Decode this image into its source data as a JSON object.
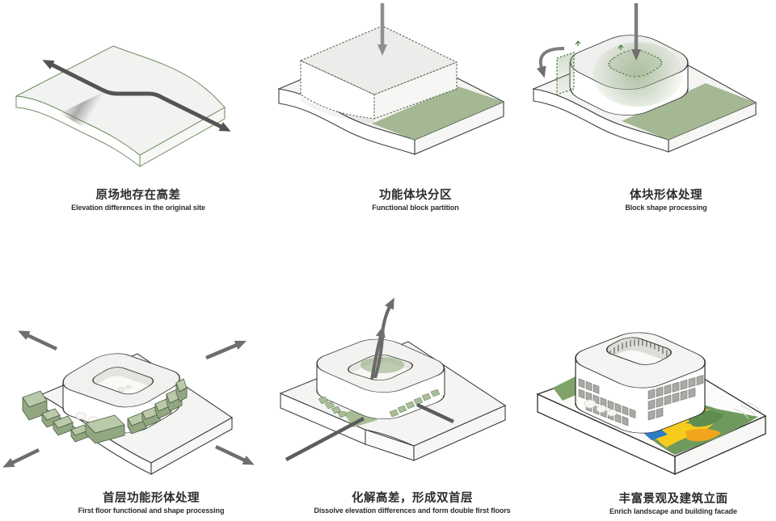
{
  "page": {
    "background": "#ffffff",
    "kind": "architecture concept diagram, 6 steps"
  },
  "steps": [
    {
      "zh": "原场地存在高差",
      "en": "Elevation differences in the original site"
    },
    {
      "zh": "功能体块分区",
      "en": "Functional block partition"
    },
    {
      "zh": "体块形体处理",
      "en": "Block shape processing"
    },
    {
      "zh": "首层功能形体处理",
      "en": "First floor functional and shape processing"
    },
    {
      "zh": "化解高差，形成双首层",
      "en": "Dissolve elevation differences and form double first floors"
    },
    {
      "zh": "丰富景观及建筑立面",
      "en": "Enrich landscape and building facade"
    }
  ],
  "colors": {
    "site_green": "#a3b893",
    "outline_dark": "#3d3d3b",
    "outline_green": "#5d7a50",
    "arrow_gray": "#6e6e6e",
    "lawn_green": "#6f9a5e",
    "field_green": "#5f8d4f",
    "path_yellow": "#f6cb1c",
    "accent_orange": "#efa61e",
    "accent_blue": "#2e7cc9"
  }
}
